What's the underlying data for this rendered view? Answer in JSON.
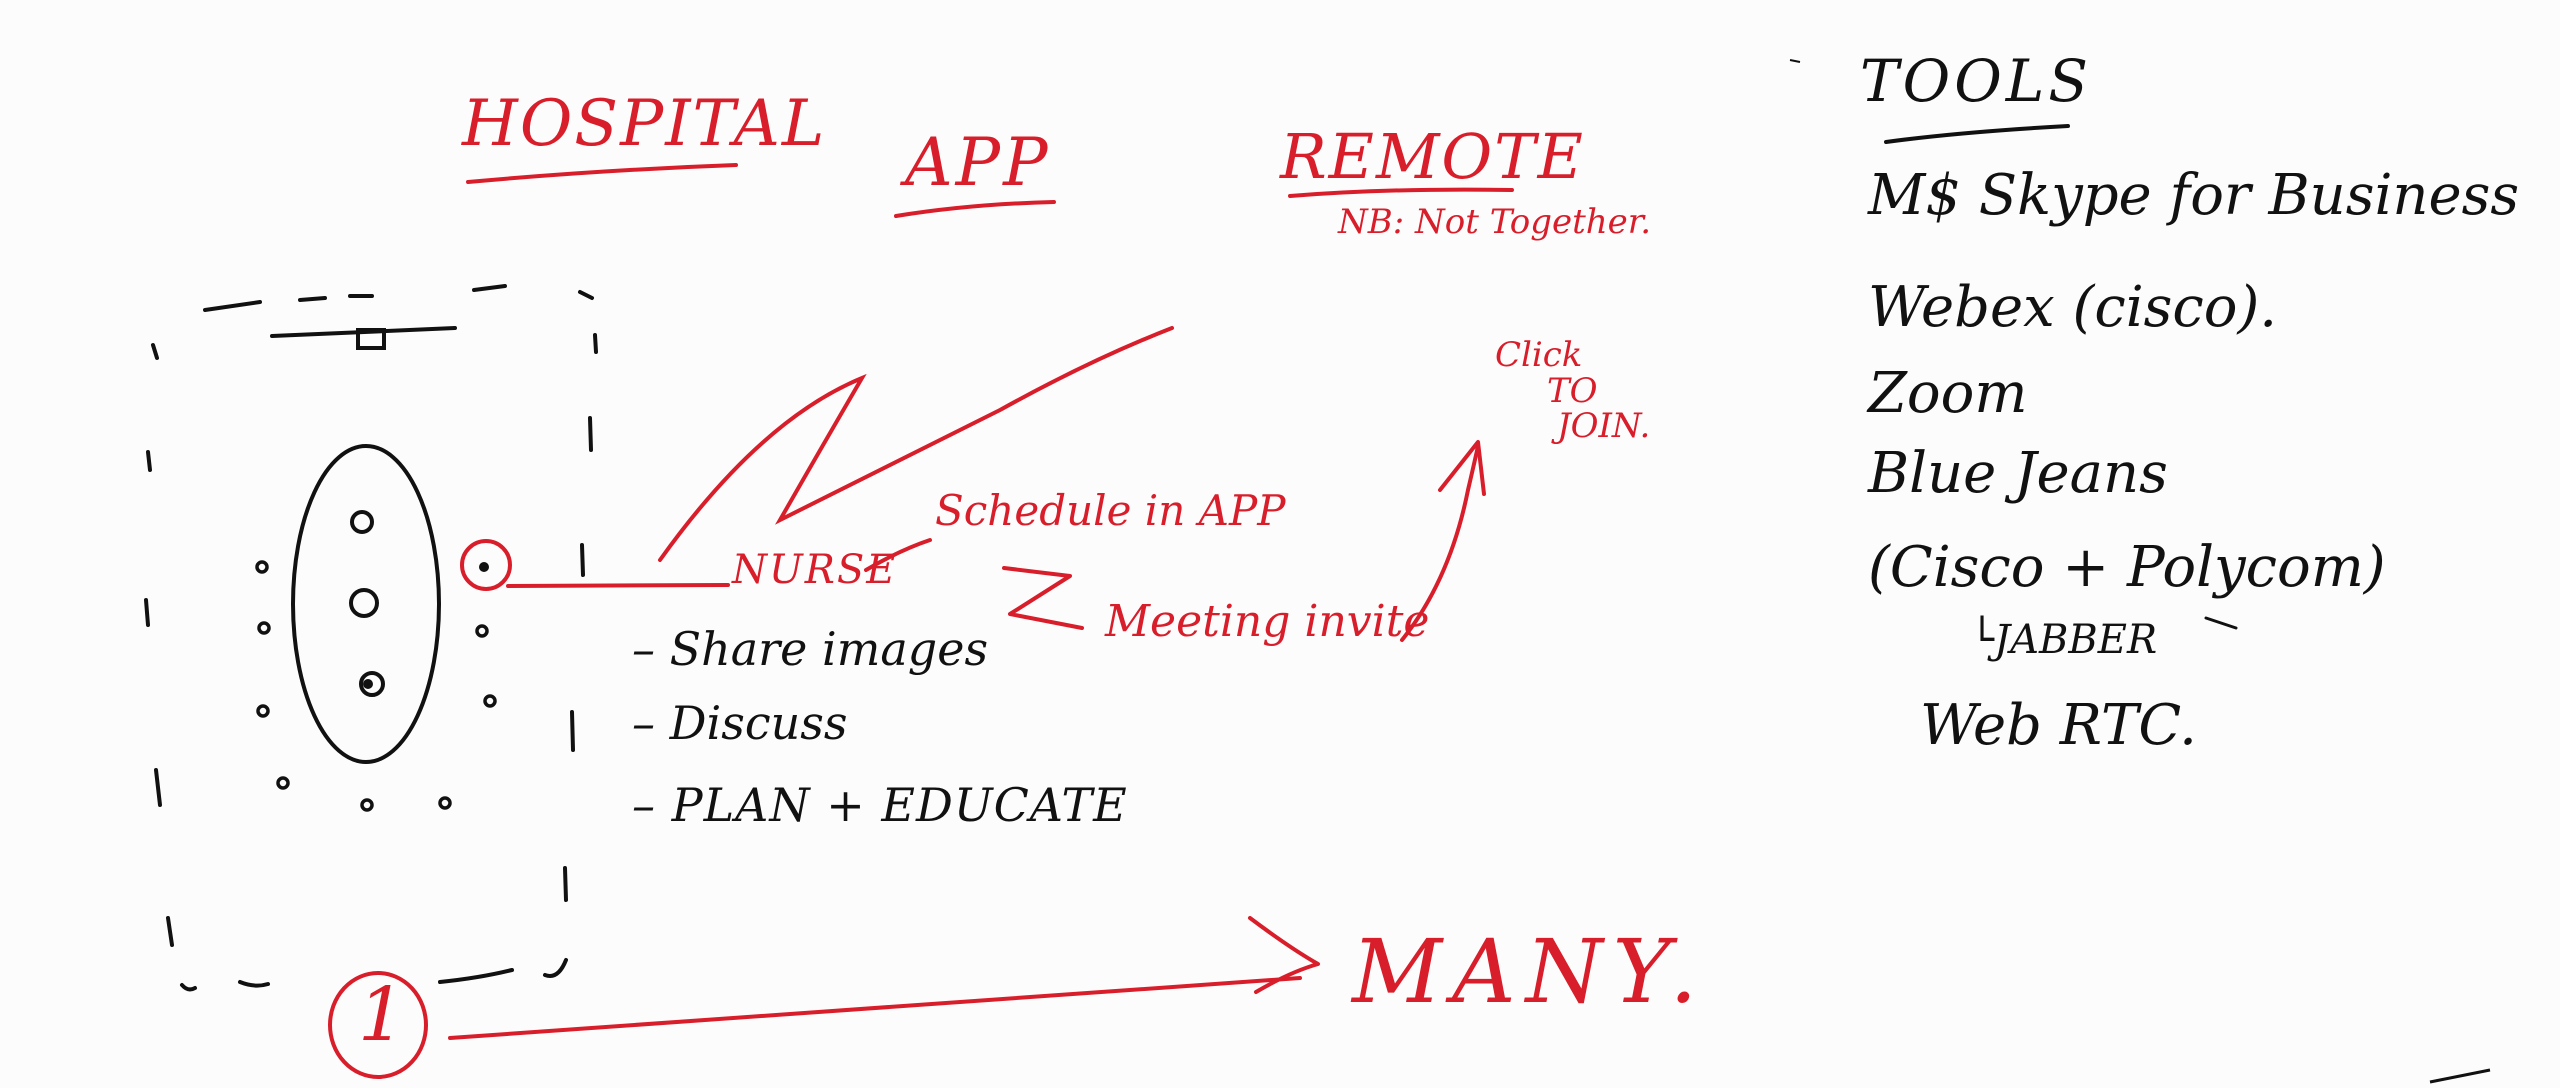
{
  "headers": {
    "hospital": "HOSPITAL",
    "app": "APP",
    "remote": "REMOTE",
    "remote_note": "NB: Not Together."
  },
  "remote_action": {
    "line1": "Click",
    "line2": "TO",
    "line3": "JOIN."
  },
  "flow": {
    "nurse": "NURSE",
    "schedule": "Schedule in APP",
    "meeting": "Meeting invite"
  },
  "bullets": [
    "– Share images",
    "– Discuss",
    "– PLAN + EDUCATE"
  ],
  "bottom": {
    "one": "1",
    "many": "MANY."
  },
  "tools": {
    "title": "TOOLS",
    "items": [
      "M$ Skype for Business",
      "Webex (cisco).",
      "Zoom",
      "Blue Jeans",
      "(Cisco + Polycom)",
      "└JABBER",
      "Web RTC."
    ]
  },
  "colors": {
    "red_marker": "#d81e2a",
    "black_marker": "#111111",
    "board": "#fdfcfc"
  }
}
